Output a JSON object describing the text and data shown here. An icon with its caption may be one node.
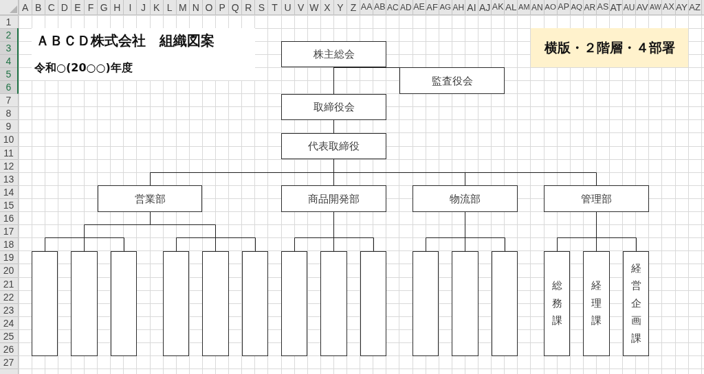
{
  "diagram": {
    "title": "ＡＢＣＤ株式会社　組織図案",
    "nodes": [
      {
        "text": [
          "横版・２階層・４部署"
        ]
      },
      {
        "text": [
          "株主総会"
        ]
      },
      {
        "text": [
          "監査役会"
        ]
      },
      {
        "text": [
          "取締役会"
        ]
      },
      {
        "text": [
          "代表取締役"
        ]
      },
      {
        "text": [
          "営業部"
        ]
      },
      {
        "text": [
          "商品開発部"
        ]
      },
      {
        "text": [
          "物流部"
        ]
      },
      {
        "text": [
          "管理部"
        ]
      },
      {
        "text": [],
        "shape": "box"
      },
      {
        "text": [],
        "shape": "box"
      },
      {
        "text": [],
        "shape": "box"
      },
      {
        "text": [],
        "shape": "box"
      },
      {
        "text": [],
        "shape": "box"
      },
      {
        "text": [],
        "shape": "box"
      },
      {
        "text": [],
        "shape": "box"
      },
      {
        "text": [],
        "shape": "box"
      },
      {
        "text": [],
        "shape": "box"
      },
      {
        "text": [],
        "shape": "box"
      },
      {
        "text": [],
        "shape": "box"
      },
      {
        "text": [],
        "shape": "box"
      },
      {
        "text": [
          "総務課"
        ]
      },
      {
        "text": [
          "経理課"
        ]
      },
      {
        "text": [
          "経営企画課"
        ]
      }
    ],
    "edges": [
      {
        "from": 1,
        "to": 3,
        "arrow": "none"
      },
      {
        "from": 1,
        "to": 2,
        "arrow": "none"
      },
      {
        "from": 3,
        "to": 4,
        "arrow": "none"
      },
      {
        "from": 4,
        "to": 5,
        "arrow": "none"
      },
      {
        "from": 4,
        "to": 6,
        "arrow": "none"
      },
      {
        "from": 4,
        "to": 7,
        "arrow": "none"
      },
      {
        "from": 4,
        "to": 8,
        "arrow": "none"
      },
      {
        "from": 5,
        "to": 9,
        "arrow": "none"
      },
      {
        "from": 5,
        "to": 10,
        "arrow": "none"
      },
      {
        "from": 5,
        "to": 11,
        "arrow": "none"
      },
      {
        "from": 5,
        "to": 12,
        "arrow": "none"
      },
      {
        "from": 5,
        "to": 13,
        "arrow": "none"
      },
      {
        "from": 5,
        "to": 14,
        "arrow": "none"
      },
      {
        "from": 6,
        "to": 15,
        "arrow": "none"
      },
      {
        "from": 6,
        "to": 16,
        "arrow": "none"
      },
      {
        "from": 6,
        "to": 17,
        "arrow": "none"
      },
      {
        "from": 7,
        "to": 18,
        "arrow": "none"
      },
      {
        "from": 7,
        "to": 19,
        "arrow": "none"
      },
      {
        "from": 7,
        "to": 20,
        "arrow": "none"
      },
      {
        "from": 8,
        "to": 21,
        "arrow": "none"
      },
      {
        "from": 8,
        "to": 22,
        "arrow": "none"
      },
      {
        "from": 8,
        "to": 23,
        "arrow": "none"
      }
    ],
    "labels": [
      "A",
      "B",
      "C",
      "D",
      "E",
      "F",
      "G",
      "H",
      "I",
      "J",
      "K",
      "L",
      "M",
      "N",
      "O",
      "P",
      "Q",
      "R",
      "S",
      "T",
      "U",
      "V",
      "W",
      "X",
      "Y",
      "Z",
      "AA",
      "AB",
      "AC",
      "AD",
      "AE",
      "AF",
      "AG",
      "AH",
      "AI",
      "AJ",
      "AK",
      "AL",
      "AM",
      "AN",
      "AO",
      "AP",
      "AQ",
      "AR",
      "AS",
      "AT",
      "AU",
      "AV",
      "AW",
      "AX",
      "AY",
      "AZ",
      "1",
      "2",
      "3",
      "4",
      "5",
      "6",
      "7",
      "8",
      "9",
      "10",
      "11",
      "12",
      "13",
      "14",
      "15",
      "16",
      "17",
      "18",
      "19",
      "20",
      "21",
      "22",
      "23",
      "24",
      "25",
      "26",
      "27",
      "令和○(20○○)年度"
    ]
  }
}
